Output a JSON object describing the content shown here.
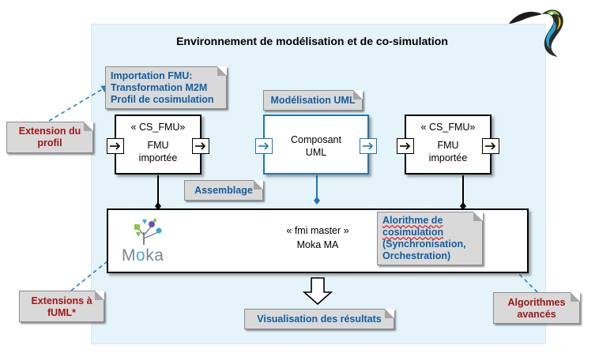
{
  "environment": {
    "title": "Environnement de modélisation et de co-simulation"
  },
  "notes": {
    "importation": [
      "Importation FMU:",
      "Transformation M2M",
      "Profil de cosimulation"
    ],
    "modelisation_uml": "Modélisation UML",
    "assemblage": "Assemblage",
    "algorithme": [
      "Alorithme de",
      "cosimulation",
      "(Synchronisation,",
      "Orchestration)"
    ],
    "visualisation": "Visualisation des résultats",
    "extension_profil": [
      "Extension du",
      "profil"
    ],
    "extensions_fuml": [
      "Extensions à",
      "fUML*"
    ],
    "algorithmes_avances": [
      "Algorithmes",
      "avancés"
    ]
  },
  "components": {
    "left": {
      "stereotype": "« CS_FMU»",
      "name": [
        "FMU",
        "importée"
      ]
    },
    "middle": {
      "name": [
        "Composant",
        "UML"
      ]
    },
    "right": {
      "stereotype": "« CS_FMU»",
      "name": [
        "FMU",
        "importée"
      ]
    }
  },
  "master": {
    "stereotype": "« fmi master »",
    "name": "Moka MA",
    "logo_text_m": "M",
    "logo_text_o": "o",
    "logo_text_ka": "ka"
  },
  "colors": {
    "panel_background": "#e5f3fa",
    "note_blue_text": "#0f5fa6",
    "note_red_text": "#a31515",
    "uml_blue": "#1f77b4",
    "dashed_link": "#2a7fc1"
  },
  "icons": {
    "logo": "toucan-logo-icon",
    "moka_logo": "moka-tree-icon",
    "port": "arrow-port-icon",
    "result_arrow": "down-arrow-icon"
  }
}
